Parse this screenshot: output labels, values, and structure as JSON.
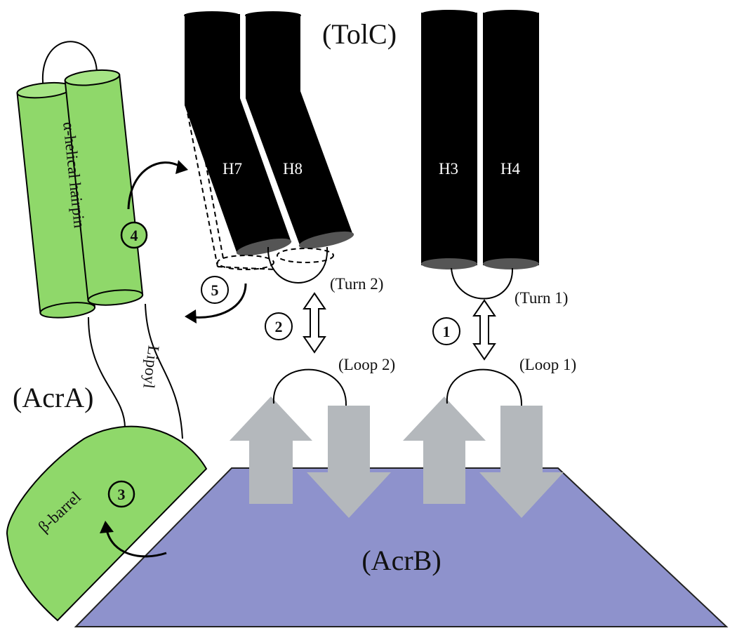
{
  "labels": {
    "tolc": "(TolC)",
    "acra": "(AcrA)",
    "acrb": "(AcrB)",
    "h3": "H3",
    "h4": "H4",
    "h7": "H7",
    "h8": "H8",
    "turn1": "(Turn 1)",
    "turn2": "(Turn 2)",
    "loop1": "(Loop 1)",
    "loop2": "(Loop 2)",
    "hairpin": "α-helical hairpin",
    "lipoyl": "Lipoyl",
    "barrel": "β-barrel"
  },
  "steps": [
    "1",
    "2",
    "3",
    "4",
    "5"
  ],
  "colors": {
    "helix_black": "#000000",
    "acra_green": "#8fd86a",
    "acrb_purple": "#8e92cc",
    "arrow_gray": "#b4b8bc",
    "cap_gray": "#555555"
  }
}
